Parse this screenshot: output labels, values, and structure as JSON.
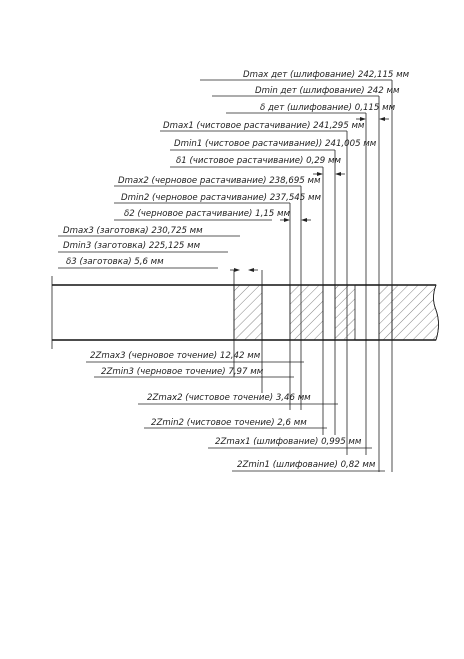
{
  "top_dimensions": [
    {
      "id": "dmax-det",
      "text": "Dmax дет (шлифование) 242,115 мм"
    },
    {
      "id": "dmin-det",
      "text": "Dmin дет (шлифование) 242 мм"
    },
    {
      "id": "delta-det",
      "text": "δ дет (шлифование) 0,115 мм"
    },
    {
      "id": "dmax1",
      "text": "Dmax1 (чистовое растачивание) 241,295 мм"
    },
    {
      "id": "dmin1",
      "text": "Dmin1 (чистовое растачивание)) 241,005 мм"
    },
    {
      "id": "delta1",
      "text": "δ1 (чистовое растачивание) 0,29 мм"
    },
    {
      "id": "dmax2",
      "text": "Dmax2 (черновое растачивание) 238,695 мм"
    },
    {
      "id": "dmin2",
      "text": "Dmin2 (черновое растачивание) 237,545 мм"
    },
    {
      "id": "delta2",
      "text": "δ2 (черновое растачивание) 1,15 мм"
    },
    {
      "id": "dmax3",
      "text": "Dmax3 (заготовка) 230,725 мм"
    },
    {
      "id": "dmin3",
      "text": "Dmin3 (заготовка) 225,125 мм"
    },
    {
      "id": "delta3",
      "text": "δ3 (заготовка) 5,6 мм"
    }
  ],
  "bottom_dimensions": [
    {
      "id": "2zmax3",
      "text": "2Zmax3 (черновое точение) 12,42 мм"
    },
    {
      "id": "2zmin3",
      "text": "2Zmin3 (черновое точение) 7,97 мм"
    },
    {
      "id": "2zmax2",
      "text": "2Zmax2 (чистовое точение) 3,46 мм"
    },
    {
      "id": "2zmin2",
      "text": "2Zmin2 (чистовое точение) 2,6 мм"
    },
    {
      "id": "2zmax1",
      "text": "2Zmax1 (шлифование) 0,995 мм"
    },
    {
      "id": "2zmin1",
      "text": "2Zmin1 (шлифование) 0,82 мм"
    }
  ]
}
